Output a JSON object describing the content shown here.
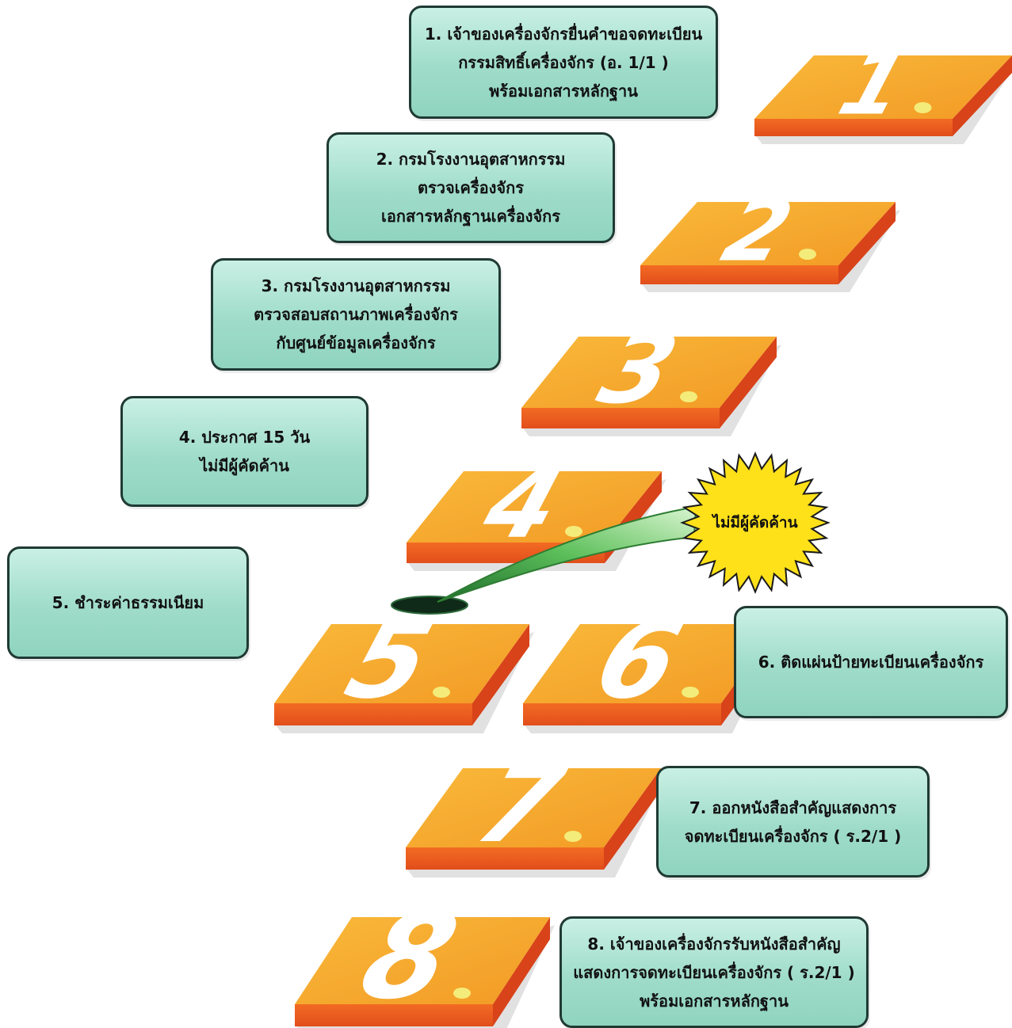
{
  "steps": [
    {
      "number": "1",
      "lines": [
        "1. เจ้าของเครื่องจักรยื่นคำขอจดทะเบียน",
        "กรรมสิทธิ์เครื่องจักร (อ. 1/1 )",
        "พร้อมเอกสารหลักฐาน"
      ]
    },
    {
      "number": "2",
      "lines": [
        "2. กรมโรงงานอุตสาหกรรม",
        "ตรวจเครื่องจักร",
        "เอกสารหลักฐานเครื่องจักร"
      ]
    },
    {
      "number": "3",
      "lines": [
        "3. กรมโรงงานอุตสาหกรรม",
        "ตรวจสอบสถานภาพเครื่องจักร",
        "กับศูนย์ข้อมูลเครื่องจักร"
      ]
    },
    {
      "number": "4",
      "lines": [
        "4. ประกาศ 15 วัน",
        "ไม่มีผู้คัดค้าน"
      ]
    },
    {
      "number": "5",
      "lines": [
        "5. ชำระค่าธรรมเนียม"
      ]
    },
    {
      "number": "6",
      "lines": [
        "6. ติดแผ่นป้ายทะเบียนเครื่องจักร"
      ]
    },
    {
      "number": "7",
      "lines": [
        "7. ออกหนังสือสำคัญแสดงการ",
        "จดทะเบียนเครื่องจักร ( ร.2/1 )"
      ]
    },
    {
      "number": "8",
      "lines": [
        "8. เจ้าของเครื่องจักรรับหนังสือสำคัญ",
        "แสดงการจดทะเบียนเครื่องจักร ( ร.2/1 )",
        "พร้อมเอกสารหลักฐาน"
      ]
    }
  ],
  "burst_label": "ไม่มีผู้คัดค้าน",
  "colors": {
    "tile_top": "#f7a62a",
    "tile_front": "#ee5a1f",
    "box_fill": "#a8e2d0",
    "box_border": "#1f3a33",
    "burst": "#ffe11a",
    "arrow": "#3aa64a"
  }
}
